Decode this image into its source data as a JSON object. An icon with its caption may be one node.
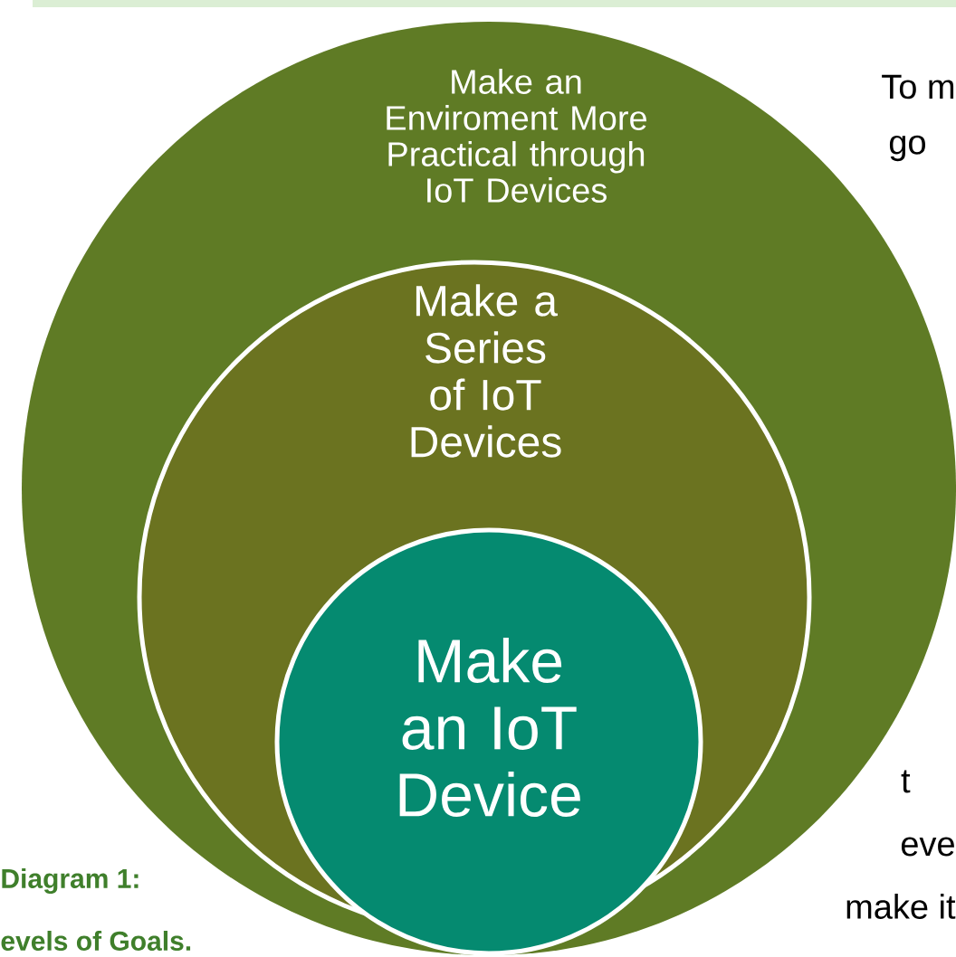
{
  "diagram": {
    "nodes": [
      {
        "text": [
          "Make an Enviroment More Practical through IoT Devices"
        ]
      },
      {
        "text": [
          "Make a Series of IoT Devices"
        ],
        "in": 0
      },
      {
        "text": [
          "Make an IoT Device"
        ],
        "in": 1
      }
    ],
    "labels": [
      "To m",
      "go",
      "t",
      "eve",
      "make it",
      "Diagram 1:",
      "evels of Goals."
    ]
  }
}
